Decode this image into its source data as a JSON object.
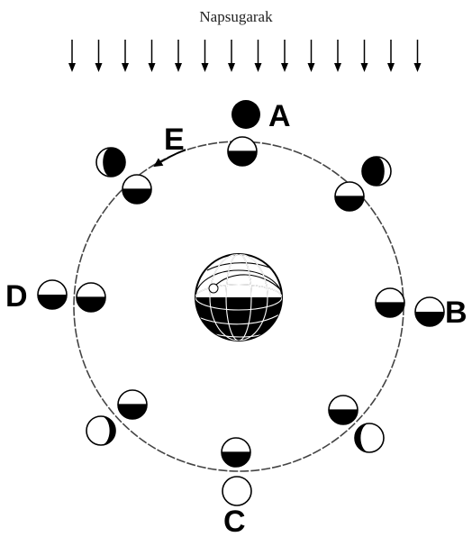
{
  "title": "Napsugarak",
  "labels": {
    "A": "A",
    "B": "B",
    "C": "C",
    "D": "D",
    "E": "E"
  },
  "sunray_count": 14,
  "orbit_positions": [
    {
      "key": "top",
      "orbit_dark": "bottom",
      "phase": "new"
    },
    {
      "key": "top-right",
      "orbit_dark": "bottom",
      "phase": "waning-crescent"
    },
    {
      "key": "right",
      "orbit_dark": "bottom",
      "phase": "last-quarter"
    },
    {
      "key": "bottom-right",
      "orbit_dark": "bottom",
      "phase": "waning-gibbous"
    },
    {
      "key": "bottom",
      "orbit_dark": "bottom",
      "phase": "full"
    },
    {
      "key": "bottom-left",
      "orbit_dark": "bottom",
      "phase": "waxing-gibbous"
    },
    {
      "key": "left",
      "orbit_dark": "bottom",
      "phase": "first-quarter"
    },
    {
      "key": "top-left",
      "orbit_dark": "bottom",
      "phase": "waxing-crescent"
    }
  ],
  "colors": {
    "ink": "#000000",
    "paper": "#ffffff",
    "orbit": "#444444"
  }
}
